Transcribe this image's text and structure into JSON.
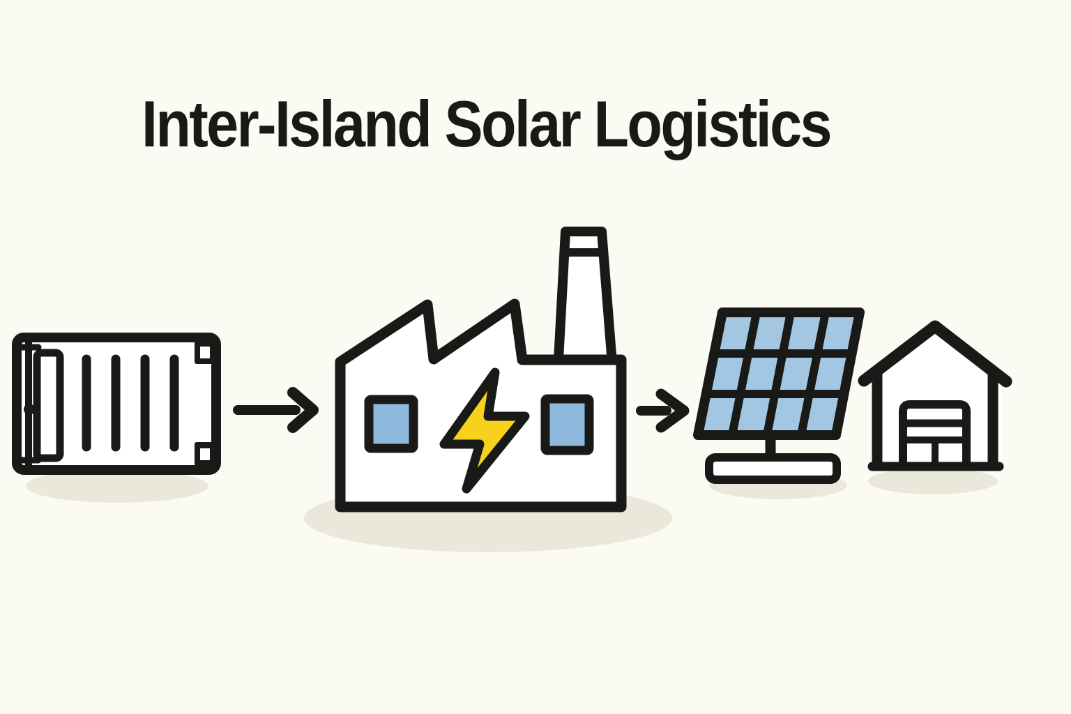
{
  "title": "Inter-Island Solar Logistics",
  "palette": {
    "background": "#FBFBF4",
    "ink": "#191917",
    "white": "#FFFFFF",
    "window_blue": "#8FB9DC",
    "panel_blue": "#A3C6E3",
    "bolt_yellow": "#F8D11C",
    "shadow": "#EAE7DB"
  },
  "flow": {
    "steps": [
      {
        "id": "shipping-container",
        "icon": "shipping-container-icon"
      },
      {
        "id": "factory",
        "icon": "factory-icon"
      },
      {
        "id": "solar-panel",
        "icon": "solar-panel-icon"
      },
      {
        "id": "warehouse",
        "icon": "warehouse-icon"
      }
    ],
    "connectors": [
      {
        "from": "shipping-container",
        "to": "factory",
        "icon": "arrow-right-icon"
      },
      {
        "from": "factory",
        "to": "solar-panel",
        "icon": "arrow-right-icon"
      }
    ]
  }
}
